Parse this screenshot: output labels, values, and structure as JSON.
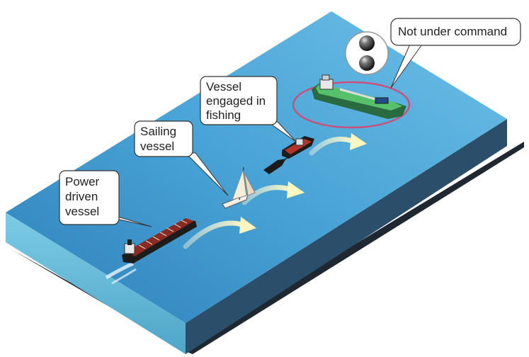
{
  "labels": {
    "power_line1": "Power",
    "power_line2": "driven",
    "power_line3": "vessel",
    "sailing_line1": "Sailing",
    "sailing_line2": "vessel",
    "fishing_line1": "Vessel",
    "fishing_line2": "engaged in",
    "fishing_line3": "fishing",
    "nuc": "Not under command"
  },
  "colors": {
    "sea_top": "#3f95c9",
    "sea_light": "#6ec0e7",
    "sea_edge_front": "#5fb5d6",
    "sea_edge_side": "#2b4f6b",
    "shadow": "#1f2730",
    "arrow": "#fff8cc",
    "highlight_ring": "#c9507a",
    "signal_shapes": "#222222"
  }
}
